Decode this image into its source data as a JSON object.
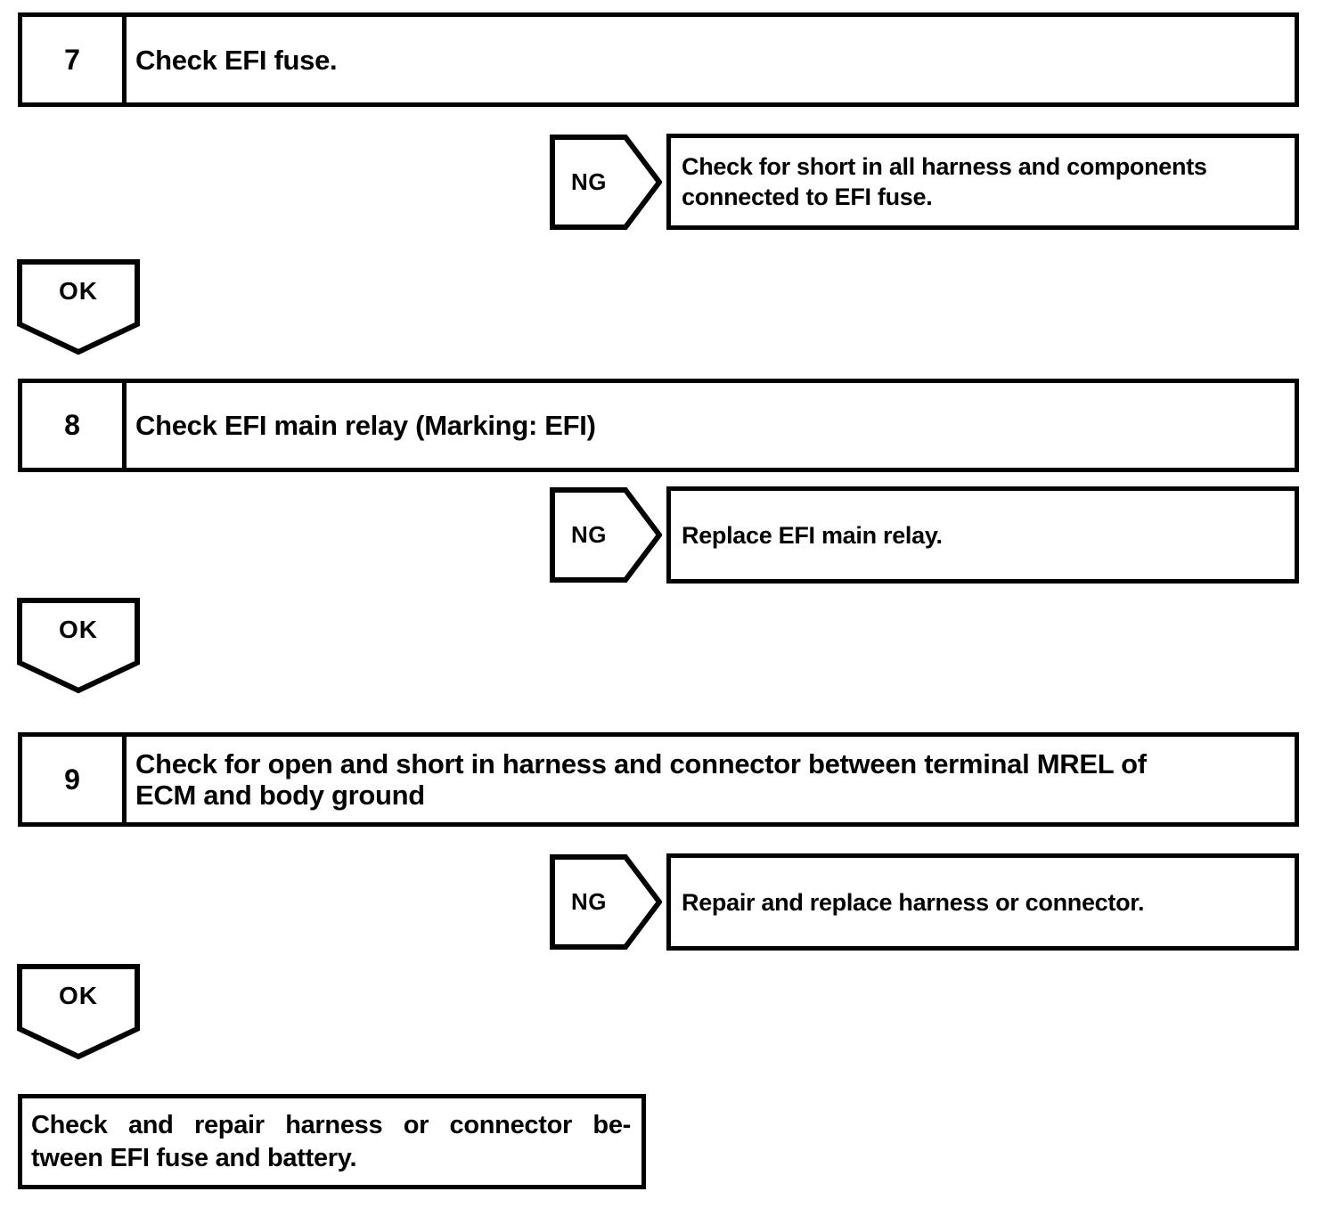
{
  "colors": {
    "ink": "#030303",
    "paper": "#ffffff"
  },
  "steps": [
    {
      "number": "7",
      "instruction_lines": [
        "Check EFI fuse."
      ],
      "ng_label": "NG",
      "ng_action_lines": [
        "Check for short in all harness and components",
        "connected to EFI fuse."
      ],
      "ok_label": "OK"
    },
    {
      "number": "8",
      "instruction_lines": [
        "Check EFI main relay (Marking: EFI)"
      ],
      "ng_label": "NG",
      "ng_action_lines": [
        "Replace EFI main relay."
      ],
      "ok_label": "OK"
    },
    {
      "number": "9",
      "instruction_lines": [
        "Check for open and short in harness and connector between terminal MREL of",
        "ECM and body ground"
      ],
      "ng_label": "NG",
      "ng_action_lines": [
        "Repair and replace harness or connector."
      ],
      "ok_label": "OK"
    }
  ],
  "final_box": {
    "lines": [
      "Check and repair harness or connector be-",
      "tween EFI fuse and battery."
    ]
  }
}
